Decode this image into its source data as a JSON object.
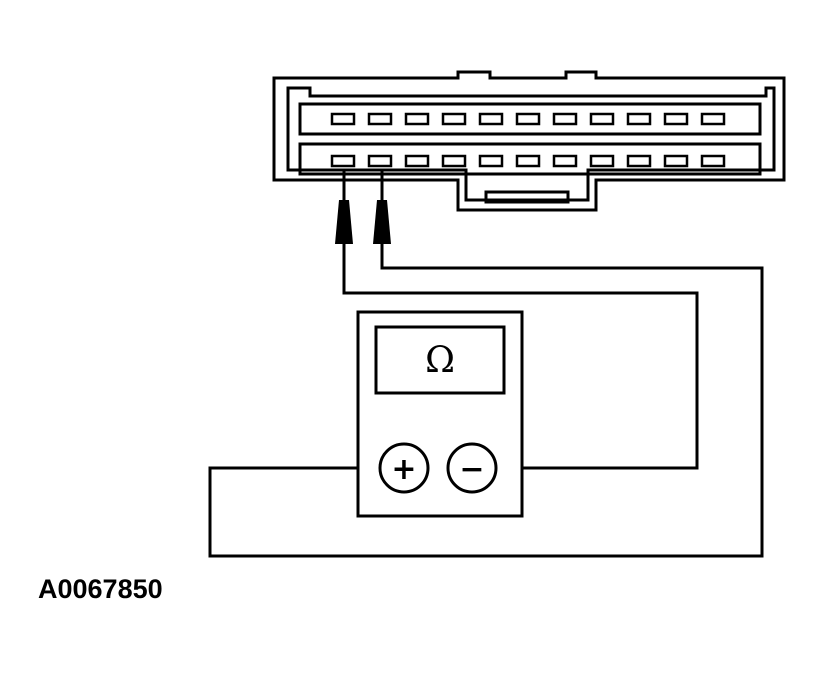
{
  "figure": {
    "id_label": "A0067850"
  },
  "meter": {
    "display_symbol": "Ω",
    "positive_terminal_symbol": "+",
    "negative_terminal_symbol": "−",
    "icon": "ohmmeter-icon"
  },
  "connector": {
    "icon": "wiring-connector-icon",
    "rows": 2,
    "pins_per_row": 11
  },
  "colors": {
    "line": "#000000",
    "background": "#ffffff"
  }
}
